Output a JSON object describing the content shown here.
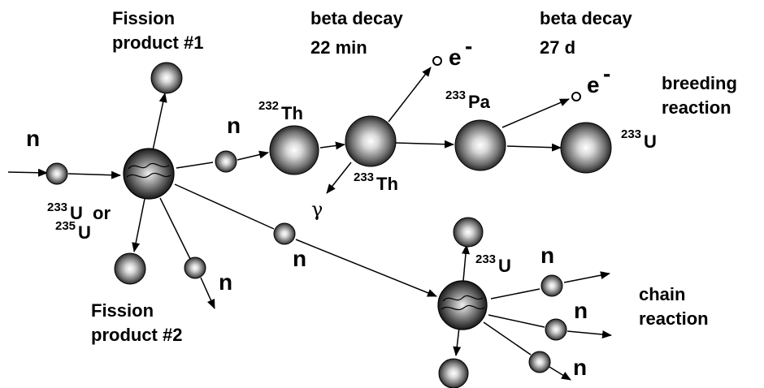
{
  "labels": {
    "fission_product_1": [
      "Fission",
      "product #1"
    ],
    "fission_product_2": [
      "Fission",
      "product #2"
    ],
    "beta_decay_1": [
      "beta decay",
      "22 min"
    ],
    "beta_decay_2": [
      "beta decay",
      "27 d"
    ],
    "breeding_reaction": [
      "breeding",
      "reaction"
    ],
    "chain_reaction": [
      "chain",
      "reaction"
    ],
    "neutron": "n",
    "electron": "e",
    "electron_charge": "-",
    "gamma": "γ",
    "or": "or"
  },
  "nuclides": {
    "u233": {
      "mass": "233",
      "symbol": "U"
    },
    "u235": {
      "mass": "235",
      "symbol": "U"
    },
    "th232": {
      "mass": "232",
      "symbol": "Th"
    },
    "th233": {
      "mass": "233",
      "symbol": "Th"
    },
    "pa233": {
      "mass": "233",
      "symbol": "Pa"
    },
    "u233_product": {
      "mass": "233",
      "symbol": "U"
    },
    "u233_chain": {
      "mass": "233",
      "symbol": "U"
    }
  },
  "colors": {
    "ink": "#000000",
    "background": "#ffffff"
  }
}
